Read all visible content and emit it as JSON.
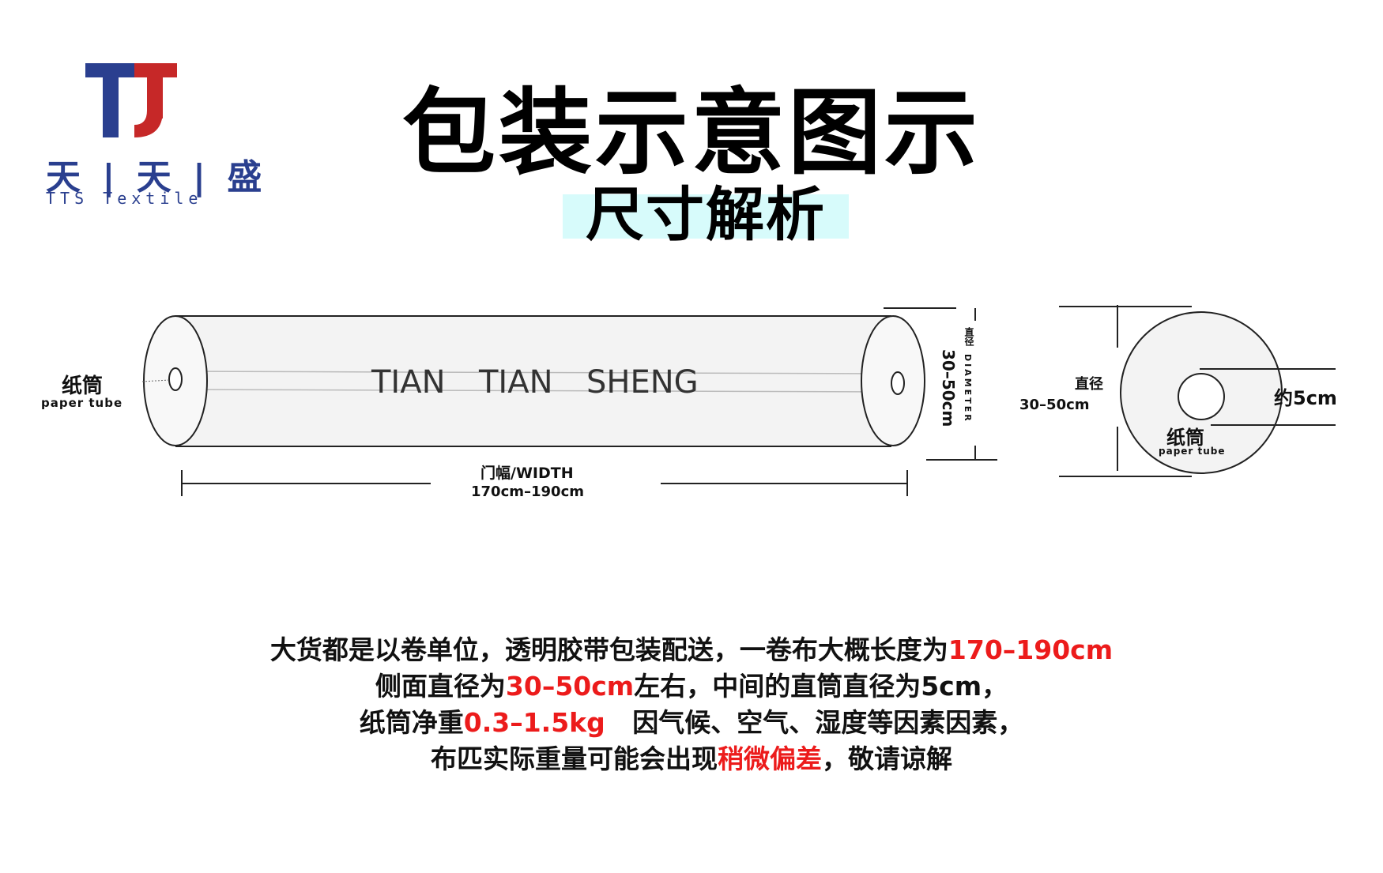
{
  "logo": {
    "name_cn": "天 | 天 | 盛",
    "tagline": "TTS Textile",
    "colors": {
      "blue": "#2a3f8f",
      "red": "#c62828"
    }
  },
  "title": "包装示意图示",
  "subtitle": "尺寸解析",
  "roll": {
    "brand_words": [
      "TIAN",
      "TIAN",
      "SHENG"
    ],
    "paper_tube_cn": "纸筒",
    "paper_tube_en": "paper tube",
    "width_label": "门幅/WIDTH",
    "width_value": "170cm–190cm",
    "diameter_label_cn": "直径",
    "diameter_label_en": "DIAMETER",
    "diameter_value": "30–50cm"
  },
  "side_view": {
    "diameter_label": "直径",
    "diameter_value": "30–50cm",
    "core_label": "约5cm",
    "paper_tube_cn": "纸筒",
    "paper_tube_en": "paper tube"
  },
  "description": {
    "line1_a": "大货都是以卷单位，透明胶带包装配送，一卷布大概长度为",
    "line1_b": "170–190cm",
    "line2_a": "侧面直径为",
    "line2_b": "30–50cm",
    "line2_c": "左右，中间的直筒直径为5cm，",
    "line3_a": "纸筒净重",
    "line3_b": "0.3–1.5kg",
    "line3_c": "因气候、空气、湿度等因素因素，",
    "line4_a": "布匹实际重量可能会出现",
    "line4_b": "稍微偏差",
    "line4_c": "，敬请谅解",
    "highlight_color": "#ec1b1b"
  }
}
